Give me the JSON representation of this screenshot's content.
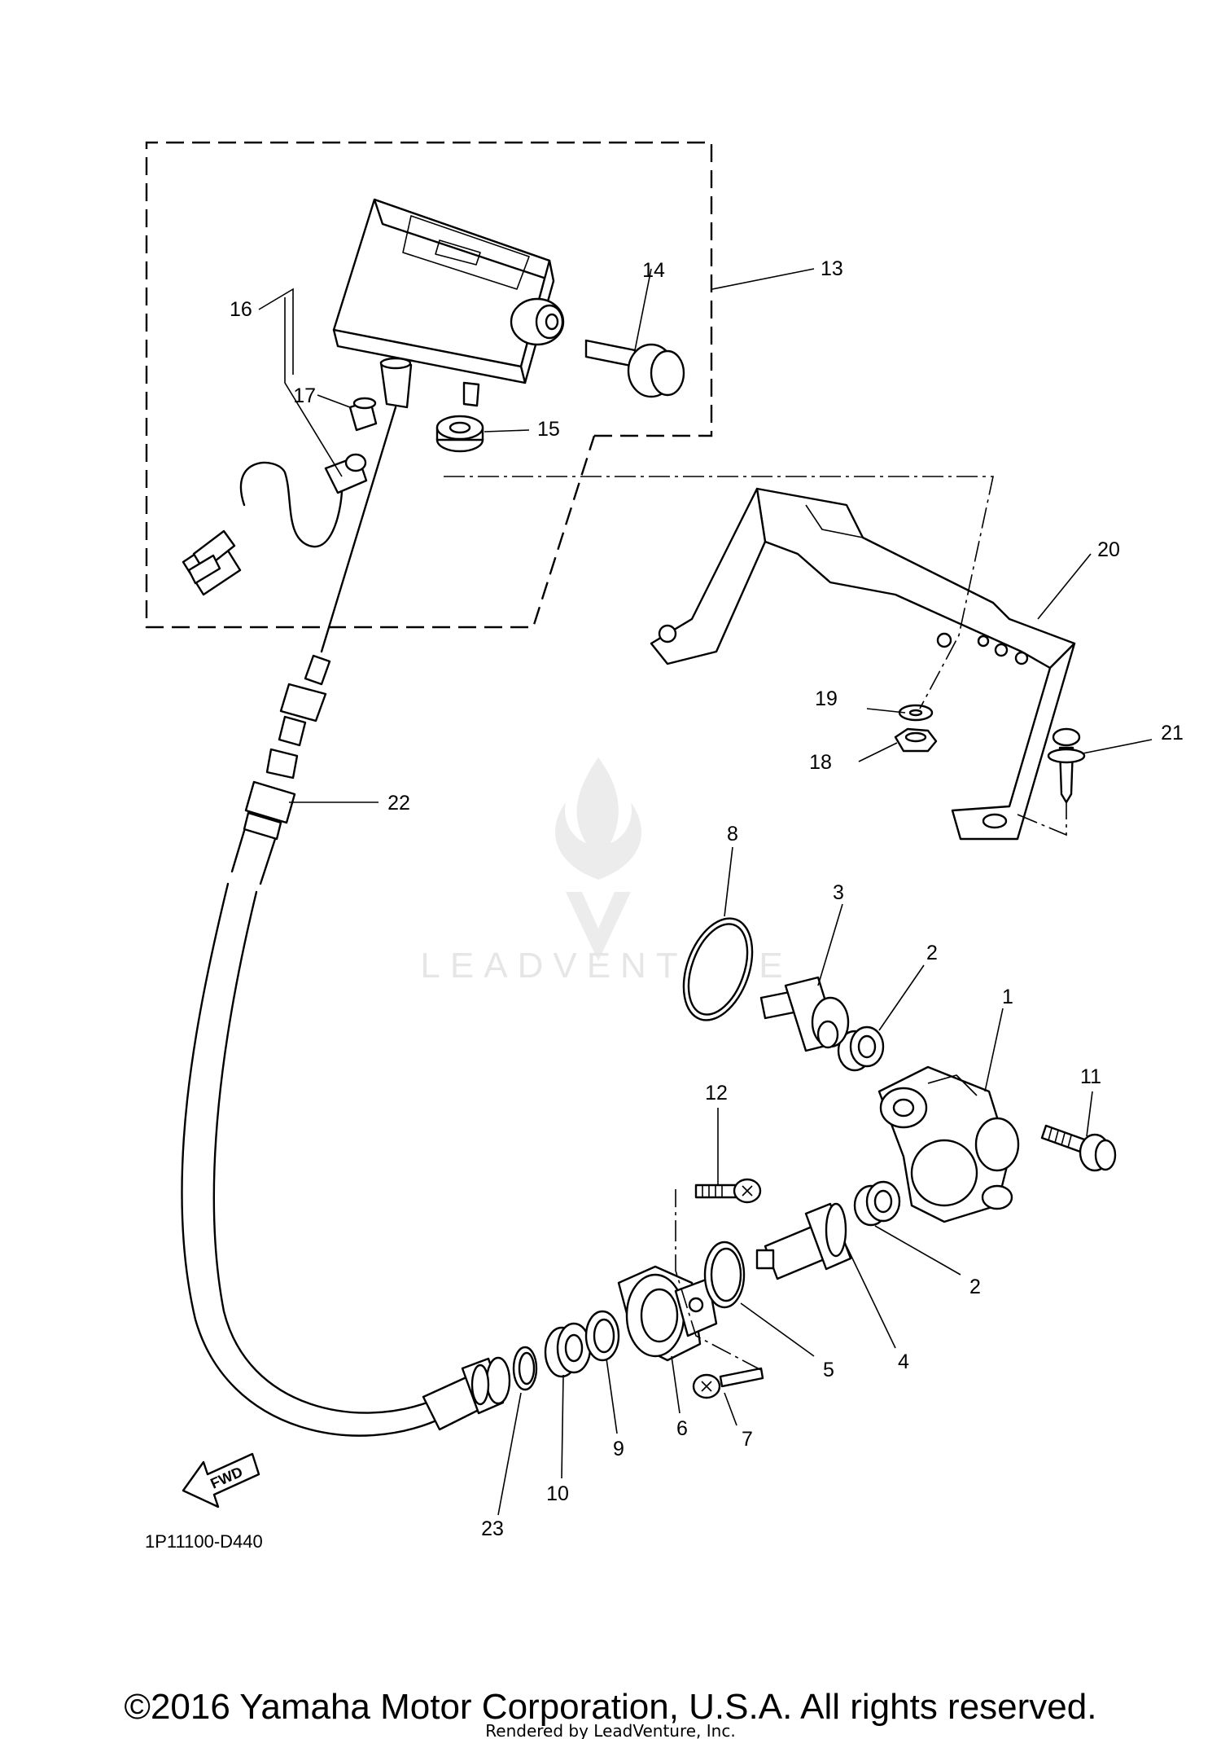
{
  "diagram": {
    "code": "1P11100-D440",
    "fwd_label": "FWD",
    "callouts": {
      "c1": "1",
      "c2a": "2",
      "c2b": "2",
      "c3": "3",
      "c4": "4",
      "c5": "5",
      "c6": "6",
      "c7": "7",
      "c8": "8",
      "c9": "9",
      "c10": "10",
      "c11": "11",
      "c12": "12",
      "c13": "13",
      "c14": "14",
      "c15": "15",
      "c16": "16",
      "c17": "17",
      "c18": "18",
      "c19": "19",
      "c20": "20",
      "c21": "21",
      "c22": "22",
      "c23": "23"
    }
  },
  "watermark": {
    "text": "LEADVENTURE"
  },
  "footer": {
    "copyright": "©2016 Yamaha Motor Corporation, U.S.A. All rights reserved.",
    "rendered_by": "Rendered by LeadVenture, Inc."
  }
}
